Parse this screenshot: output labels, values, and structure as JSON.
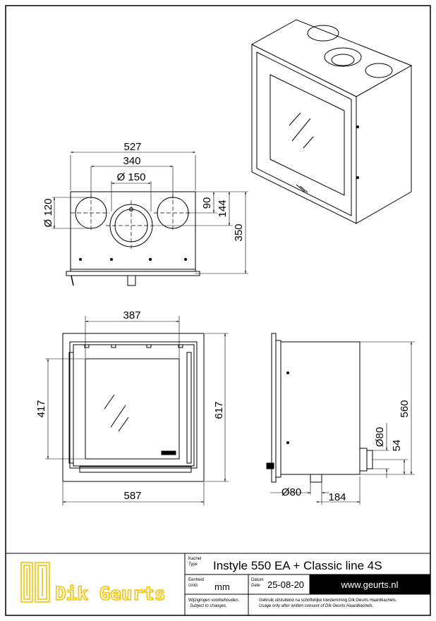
{
  "dimensions": {
    "top_width": "527",
    "top_center_spacing": "340",
    "top_center_diameter": "Ø 150",
    "top_side_diameter": "Ø 120",
    "top_depth_small": "90",
    "top_depth_mid": "144",
    "top_depth_total": "350",
    "front_glass_width": "387",
    "front_glass_height": "417",
    "front_frame_height": "617",
    "front_frame_width": "587",
    "side_height": "560",
    "side_outlet_diameter": "Ø80",
    "side_outlet_height": "54",
    "side_bottom_diameter": "Ø80",
    "side_bottom_offset": "184"
  },
  "title_block": {
    "logo_text": "Dik Geurts",
    "type_label_nl": "Kachel",
    "type_label_en": "Type",
    "type_value": "Instyle 550 EA + Classic line 4S",
    "units_label_nl": "Eenheid",
    "units_label_en": "Units",
    "units_value": "mm",
    "date_label_nl": "Datum",
    "date_label_en": "Date",
    "date_value": "25-08-20",
    "website": "www.geurts.nl",
    "disclaimer_nl": "Wijzigingen voorbehouden.",
    "disclaimer_en": "Subject to changes.",
    "usage_nl": "Gebruik uitsluitend na schriftelijke toestemming Dik Geurts Haardkachels.",
    "usage_en": "Usage only after written consent of Dik Geurts Haardkachels."
  },
  "colors": {
    "line": "#000000",
    "logo": "#f2c200",
    "website_bar": "#000000"
  }
}
